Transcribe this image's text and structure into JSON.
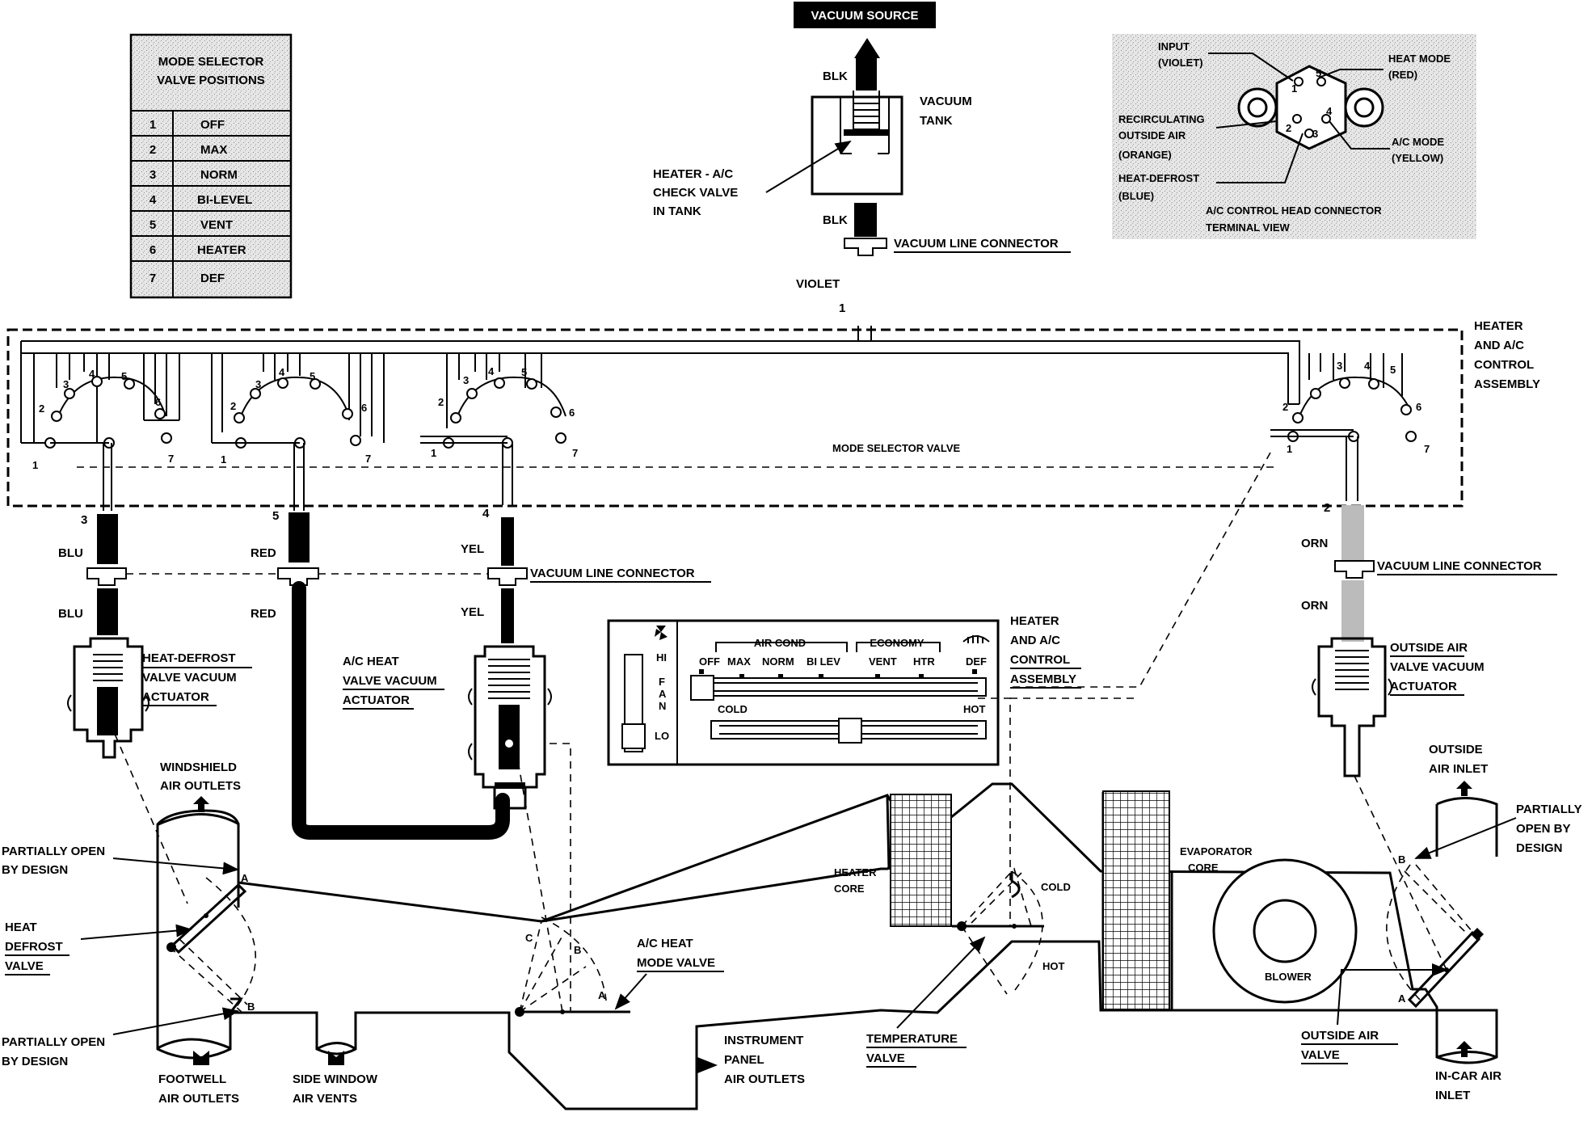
{
  "vacuum_source": "VACUUM SOURCE",
  "hose_colors": {
    "blk": "BLK",
    "violet": "VIOLET",
    "blu": "BLU",
    "red": "RED",
    "yel": "YEL",
    "orn": "ORN"
  },
  "port_numbers": {
    "main": "1",
    "blu": "3",
    "red": "5",
    "yel": "4",
    "orn": "2"
  },
  "vacuum_tank_label": [
    "VACUUM",
    "TANK"
  ],
  "check_valve_label": [
    "HEATER - A/C",
    "CHECK VALVE",
    "IN TANK"
  ],
  "vacuum_line_connector": "VACUUM LINE CONNECTOR",
  "mode_table": {
    "title": [
      "MODE SELECTOR",
      "VALVE POSITIONS"
    ],
    "rows": [
      {
        "num": "1",
        "mode": "OFF"
      },
      {
        "num": "2",
        "mode": "MAX"
      },
      {
        "num": "3",
        "mode": "NORM"
      },
      {
        "num": "4",
        "mode": "BI-LEVEL"
      },
      {
        "num": "5",
        "mode": "VENT"
      },
      {
        "num": "6",
        "mode": "HEATER"
      },
      {
        "num": "7",
        "mode": "DEF"
      }
    ]
  },
  "connector_view": {
    "input": [
      "INPUT",
      "(VIOLET)"
    ],
    "heat_mode": [
      "HEAT MODE",
      "(RED)"
    ],
    "recirc": [
      "RECIRCULATING",
      "OUTSIDE AIR",
      "(ORANGE)"
    ],
    "ac_mode": [
      "A/C MODE",
      "(YELLOW)"
    ],
    "heat_defrost": [
      "HEAT-DEFROST",
      "(BLUE)"
    ],
    "caption": [
      "A/C CONTROL HEAD CONNECTOR",
      "TERMINAL VIEW"
    ]
  },
  "assembly_label": [
    "HEATER",
    "AND A/C",
    "CONTROL",
    "ASSEMBLY"
  ],
  "mode_selector_valve": "MODE SELECTOR VALVE",
  "valve_positions": [
    "1",
    "2",
    "3",
    "4",
    "5",
    "6",
    "7"
  ],
  "actuators": {
    "heat_defrost": [
      "HEAT-DEFROST",
      "VALVE VACUUM",
      "ACTUATOR"
    ],
    "ac_heat": [
      "A/C HEAT",
      "VALVE VACUUM",
      "ACTUATOR"
    ],
    "outside_air": [
      "OUTSIDE AIR",
      "VALVE VACUUM",
      "ACTUATOR"
    ]
  },
  "control_panel": {
    "air_cond": "AIR COND",
    "economy": "ECONOMY",
    "modes": [
      "OFF",
      "MAX",
      "NORM",
      "BI LEV",
      "VENT",
      "HTR",
      "DEF"
    ],
    "fan_hi": "HI",
    "fan_word": [
      "F",
      "A",
      "N"
    ],
    "fan_lo": "LO",
    "cold": "COLD",
    "hot": "HOT"
  },
  "ducts": {
    "windshield_outlets": [
      "WINDSHIELD",
      "AIR OUTLETS"
    ],
    "partially_open": [
      "PARTIALLY OPEN",
      "BY DESIGN"
    ],
    "heat_defrost_valve": [
      "HEAT",
      "DEFROST",
      "VALVE"
    ],
    "footwell": [
      "FOOTWELL",
      "AIR OUTLETS"
    ],
    "side_window": [
      "SIDE  WINDOW",
      "AIR VENTS"
    ],
    "ac_heat_mode_valve": [
      "A/C HEAT",
      "MODE VALVE"
    ],
    "instrument_panel": [
      "INSTRUMENT",
      "PANEL",
      "AIR OUTLETS"
    ],
    "heater_core": [
      "HEATER",
      "CORE"
    ],
    "temperature_valve": [
      "TEMPERATURE",
      "VALVE"
    ],
    "cold": "COLD",
    "hot": "HOT",
    "evaporator_core": [
      "EVAPORATOR",
      "CORE"
    ],
    "blower": "BLOWER",
    "outside_air_valve": [
      "OUTSIDE AIR",
      "VALVE"
    ],
    "outside_air_inlet": [
      "OUTSIDE",
      "AIR INLET"
    ],
    "partially_open_design": [
      "PARTIALLY",
      "OPEN BY",
      "DESIGN"
    ],
    "in_car_inlet": [
      "IN-CAR AIR",
      "INLET"
    ],
    "point_a": "A",
    "point_b": "B",
    "point_c": "C"
  }
}
